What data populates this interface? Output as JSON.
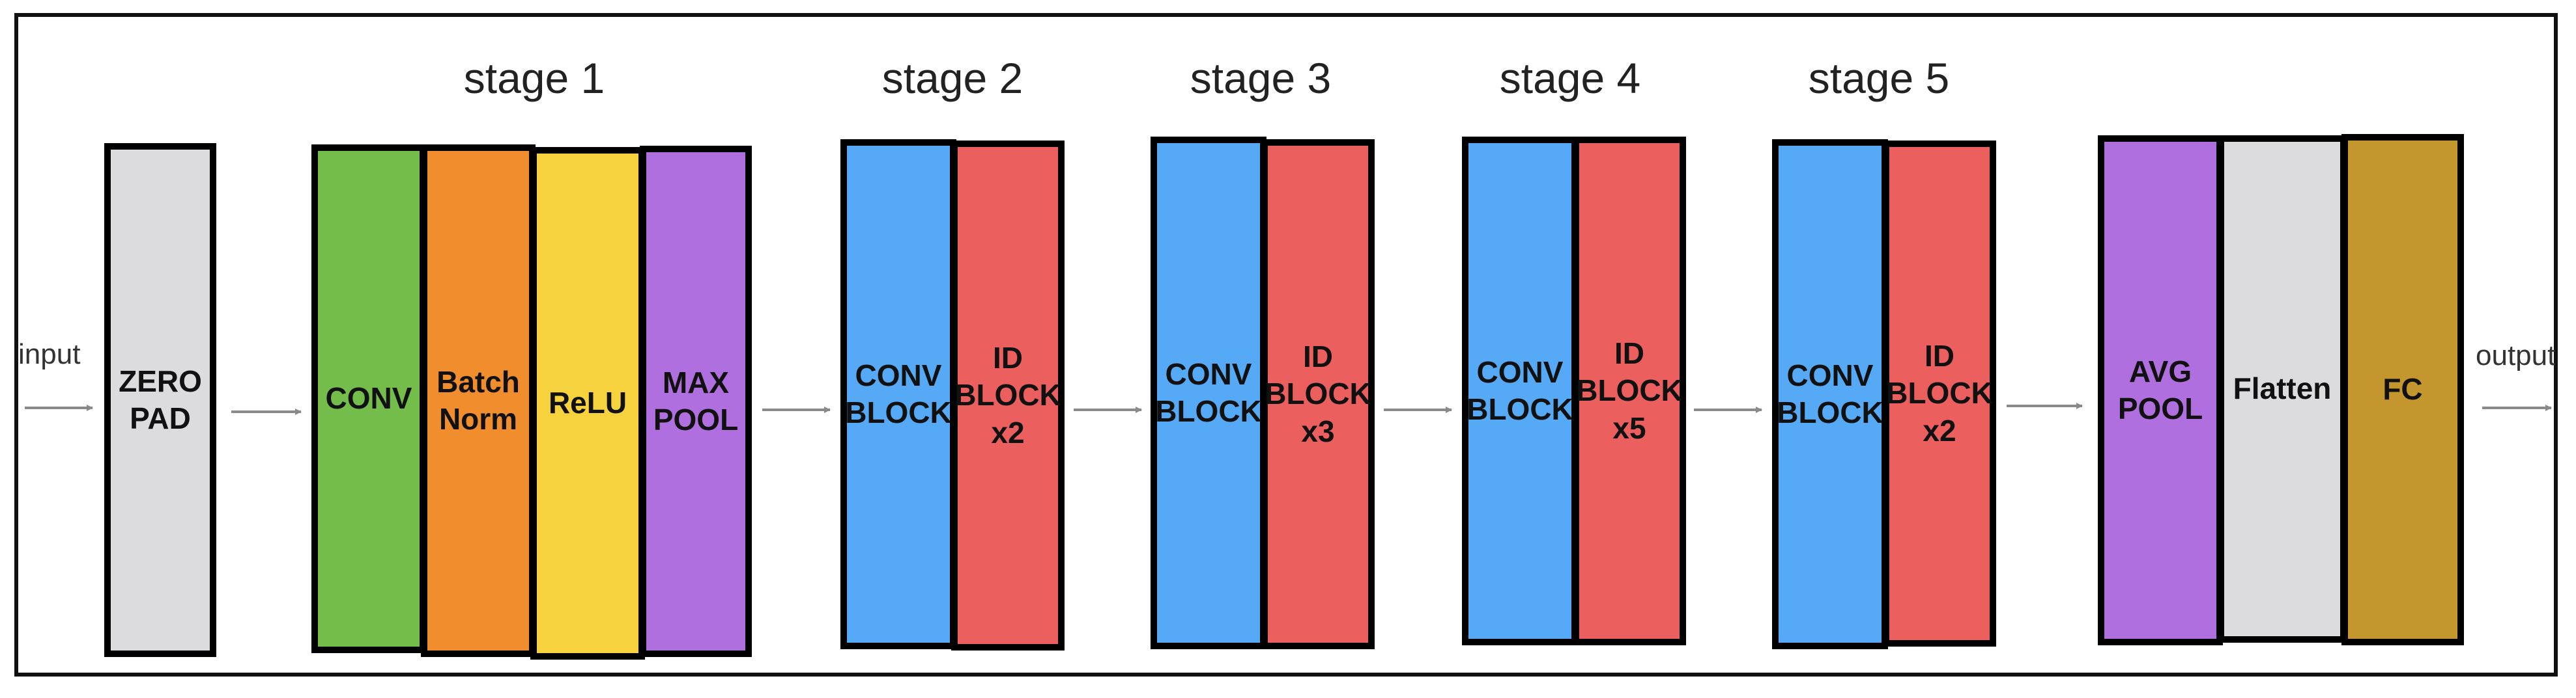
{
  "io": {
    "input": "input",
    "output": "output"
  },
  "stages": [
    "stage 1",
    "stage 2",
    "stage 3",
    "stage 4",
    "stage 5"
  ],
  "blocks": {
    "zero_pad": "ZERO\nPAD",
    "conv": "CONV",
    "batch_norm": "Batch\nNorm",
    "relu": "ReLU",
    "max_pool": "MAX\nPOOL",
    "s2_conv": "CONV\nBLOCK",
    "s2_id": "ID\nBLOCK\nx2",
    "s3_conv": "CONV\nBLOCK",
    "s3_id": "ID\nBLOCK\nx3",
    "s4_conv": "CONV\nBLOCK",
    "s4_id": "ID\nBLOCK\nx5",
    "s5_conv": "CONV\nBLOCK",
    "s5_id": "ID\nBLOCK\nx2",
    "avg_pool": "AVG\nPOOL",
    "flatten": "Flatten",
    "fc": "FC"
  },
  "colors": {
    "gray": "#dcdcde",
    "green": "#74bd4a",
    "orange": "#f08e2e",
    "yellow": "#f5d23e",
    "purple": "#b06fde",
    "blue": "#55a9f5",
    "red": "#eb5f5f",
    "gold": "#c4962e",
    "arrow": "#8a8a8a"
  }
}
